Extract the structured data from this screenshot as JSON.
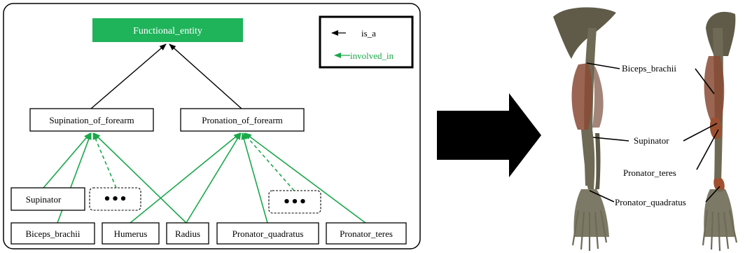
{
  "ontology": {
    "root": "Functional_entity",
    "functions": [
      "Supination_of_forearm",
      "Pronation_of_forearm"
    ],
    "ellipsis": "•••",
    "muscles_row1": [
      "Supinator"
    ],
    "muscles_row2": [
      "Biceps_brachii",
      "Humerus",
      "Radius",
      "Pronator_quadratus",
      "Pronator_teres"
    ]
  },
  "legend": {
    "is_a": "is_a",
    "involved_in": "involved_in"
  },
  "anatomy_labels": {
    "biceps": "Biceps_brachii",
    "supinator": "Supinator",
    "pronator_teres": "Pronator_teres",
    "pronator_quadratus": "Pronator_quadratus"
  },
  "colors": {
    "green": "#1aa84a",
    "root_fill": "#1fb35a",
    "bone": "#6e6a55",
    "muscle": "#8a4a35"
  }
}
